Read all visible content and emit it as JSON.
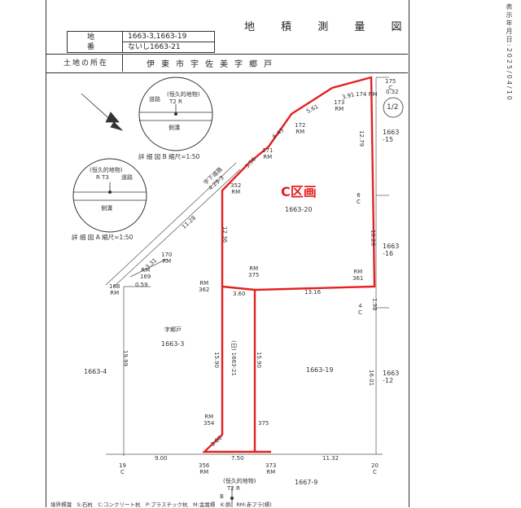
{
  "document": {
    "title": "地 積 測 量 図",
    "side_date": "表示年月日:2025/04/10",
    "header": {
      "parcel_label": "地　番",
      "parcel_value_line1": "1663-3,1663-19",
      "parcel_value_line2": "ないし1663-21",
      "location_label": "土地の所在",
      "location_value": "伊東市宇佐美字郷戸"
    },
    "page_badge": "1/2",
    "zone_label": "C区画",
    "detail_b": {
      "top_label": "(恒久的地物)",
      "code": "T2 R",
      "road_label": "道路",
      "side_label": "側溝",
      "caption": "詳 細 図 B 縮尺=1:50"
    },
    "detail_a": {
      "top_label": "(恒久的地物)",
      "code": "R T3",
      "road_label": "道路",
      "side_label": "側溝",
      "caption": "詳 細 図 A 縮尺=1:50"
    },
    "bottom_mark": {
      "top_label": "(恒久的地物)",
      "code": "T2 R",
      "b_label": "B"
    },
    "parcels": {
      "p1663_20": "1663-20",
      "p1663_3_name": "字郷戸",
      "p1663_3": "1663-3",
      "p1663_4": "1663-4",
      "p1663_19": "1663-19",
      "p1663_21": "(日) 1663-21",
      "p1663_9": "1667-9",
      "p1663_15": "1663\n-15",
      "p1663_16": "1663\n-16",
      "p1663_12": "1663\n-12"
    },
    "points": {
      "rm175": "175\nC",
      "rm174": "174 RM",
      "rm173": "173\nRM",
      "rm172": "172\nRM",
      "rm171": "171\nRM",
      "rm352": "352\nRM",
      "rm170": "170\nRM",
      "rm169": "RM\n169",
      "rm168": "168\nRM",
      "rm362": "RM\n362",
      "rm375": "RM\n375",
      "rm361": "RM\n361",
      "rm354": "RM\n354",
      "rm375b": "375",
      "rm356": "356\nRM",
      "rm373": "373\nRM",
      "c19": "19\nC",
      "c20": "20\nC",
      "c4": "4\nC",
      "c6": "6\nC"
    },
    "dimensions": {
      "d032": "0.32",
      "d1279": "12.79",
      "d1026": "10.26",
      "d198": "1.98",
      "d1601": "16.01",
      "d1316": "13.16",
      "d360": "3.60",
      "d1236": "12.36",
      "d1590a": "15.90",
      "d1590b": "15.90",
      "d1999": "19.99",
      "d900": "9.00",
      "d750": "7.50",
      "d1132": "11.32",
      "d059": "0.59",
      "d1128": "11.28",
      "road_label": "宇下道路\n4.29-3",
      "arc_a": "3.91",
      "arc_b": "5.61",
      "arc_c": "6.43",
      "arc_d": "5.56",
      "d331": "3.31",
      "d300": "3.00"
    },
    "footer_note": "境界標識　S:石杭　C:コンクリート杭　P:プラスチック杭　M:金属標　K:鋲　RM:赤プラ(標)"
  },
  "colors": {
    "boundary_red": "#e32020",
    "line_dark": "#333333"
  }
}
